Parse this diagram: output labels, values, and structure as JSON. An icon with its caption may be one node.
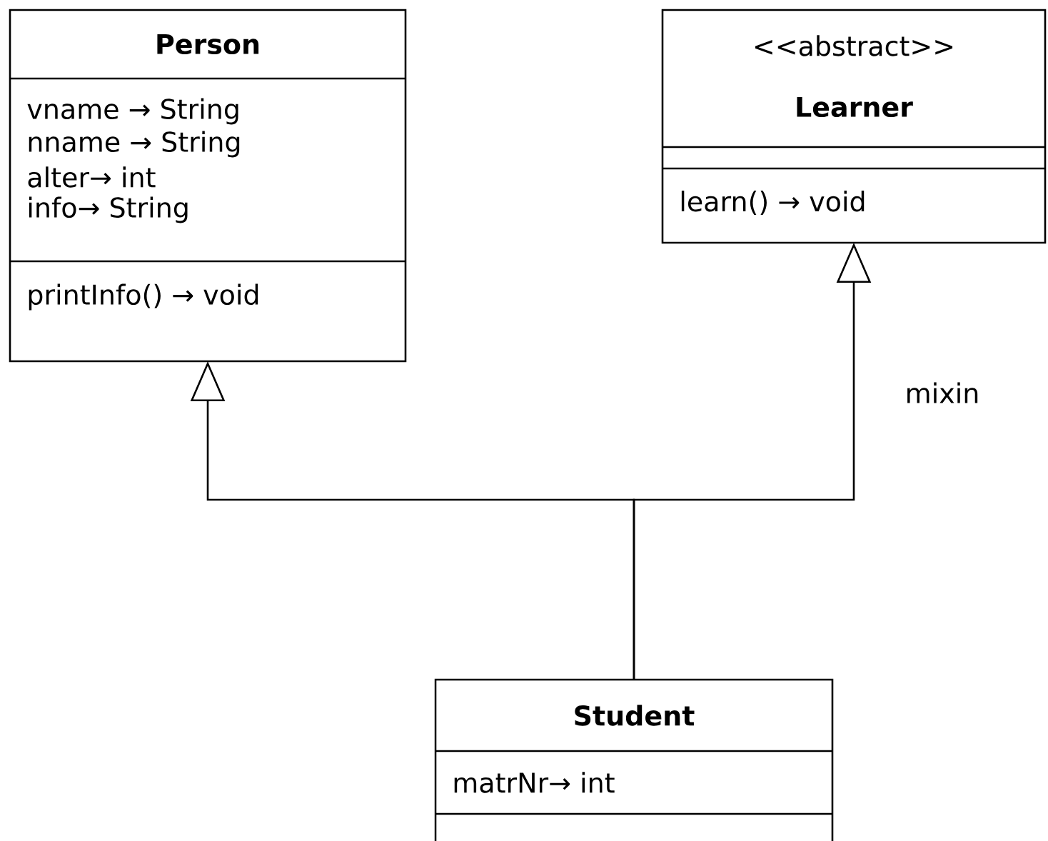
{
  "diagram": {
    "nodes": [
      {
        "text": [
          "Person",
          "vname → String",
          "nname → String",
          "alter→ int",
          "info→ String",
          "printInfo() → void"
        ]
      },
      {
        "text": [
          "<<abstract>>",
          "Learner",
          "learn() → void"
        ]
      },
      {
        "text": [
          "Student",
          "matrNr→ int"
        ]
      }
    ],
    "edges": [
      {
        "from": 2,
        "to": 0,
        "arrow": "to"
      },
      {
        "from": 2,
        "to": 1,
        "arrow": "to",
        "label": "mixin"
      }
    ]
  }
}
